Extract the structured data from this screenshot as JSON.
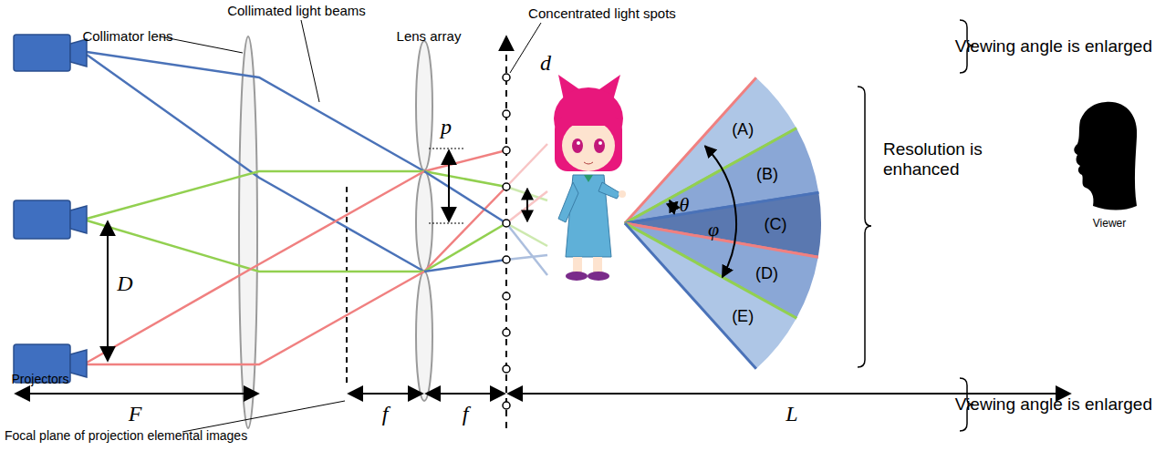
{
  "diagram": {
    "nodes": [
      {
        "text": [
          "(A)"
        ]
      },
      {
        "text": [
          "(B)"
        ]
      },
      {
        "text": [
          "(C)"
        ]
      },
      {
        "text": [
          "(D)"
        ]
      },
      {
        "text": [
          "(E)"
        ]
      }
    ],
    "labels": [
      "Collimated light beams",
      "Collimator lens",
      "Lens array",
      "Concentrated light spots",
      "d",
      "p",
      "D",
      "Projectors",
      "F",
      "f",
      "f",
      "L",
      "Focal plane of projection elemental images",
      "θ",
      "φ",
      "Viewing angle is enlarged",
      "Resolution is enhanced",
      "Viewing angle is enlarged",
      "Viewer"
    ]
  }
}
